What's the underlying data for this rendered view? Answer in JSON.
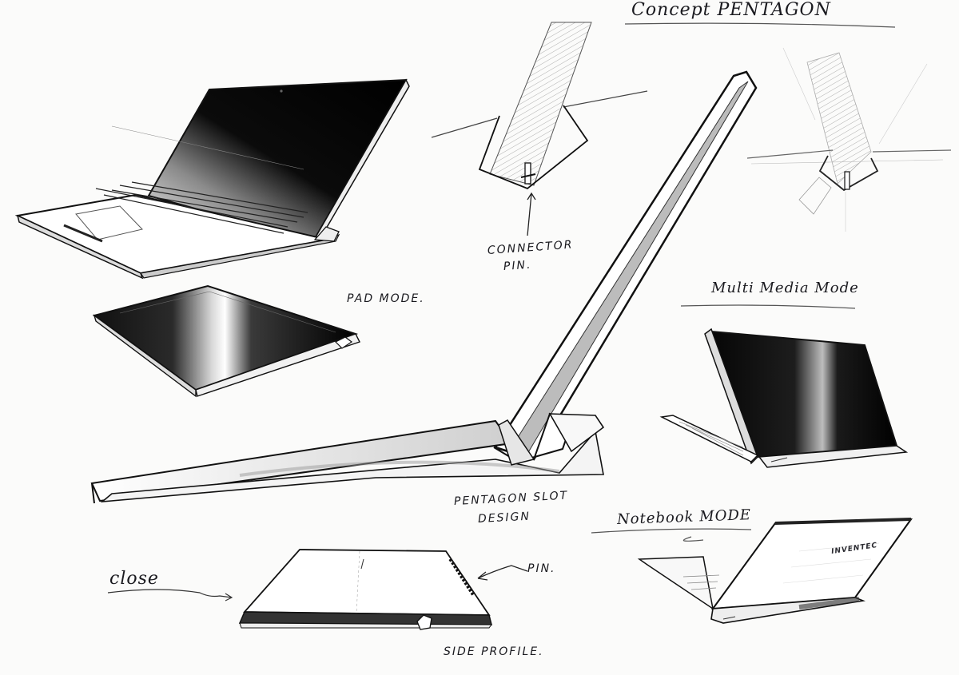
{
  "sheet": {
    "title": "Concept PENTAGON",
    "background_color": "#fbfbfa",
    "ink_color": "#1a1a1f",
    "screen_color": "#050505"
  },
  "labels": {
    "concept_title": "Concept PENTAGON",
    "connector_pin_line1": "CONNECTOR",
    "connector_pin_line2": "PIN.",
    "pad_mode": "PAD MODE.",
    "multimedia_mode": "Multi Media Mode",
    "pentagon_slot_line1": "PENTAGON SLOT",
    "pentagon_slot_line2": "DESIGN",
    "notebook_mode": "Notebook MODE",
    "close": "close",
    "pin": "PIN.",
    "side_profile": "SIDE PROFILE."
  },
  "sketches": [
    {
      "id": "laptop-open-slot",
      "caption": ""
    },
    {
      "id": "pad-mode-tablet",
      "caption": "PAD MODE."
    },
    {
      "id": "connector-pin-section",
      "caption": "CONNECTOR PIN."
    },
    {
      "id": "hinge-section-detail",
      "caption": ""
    },
    {
      "id": "pentagon-slot-closeup",
      "caption": "PENTAGON SLOT DESIGN"
    },
    {
      "id": "multimedia-mode-laptop",
      "caption": "Multi Media Mode"
    },
    {
      "id": "closed-side-profile",
      "caption": "SIDE PROFILE."
    },
    {
      "id": "notebook-mode-laptop",
      "caption": "Notebook MODE"
    }
  ],
  "branding": {
    "lid_logo": "INVENTEC"
  }
}
